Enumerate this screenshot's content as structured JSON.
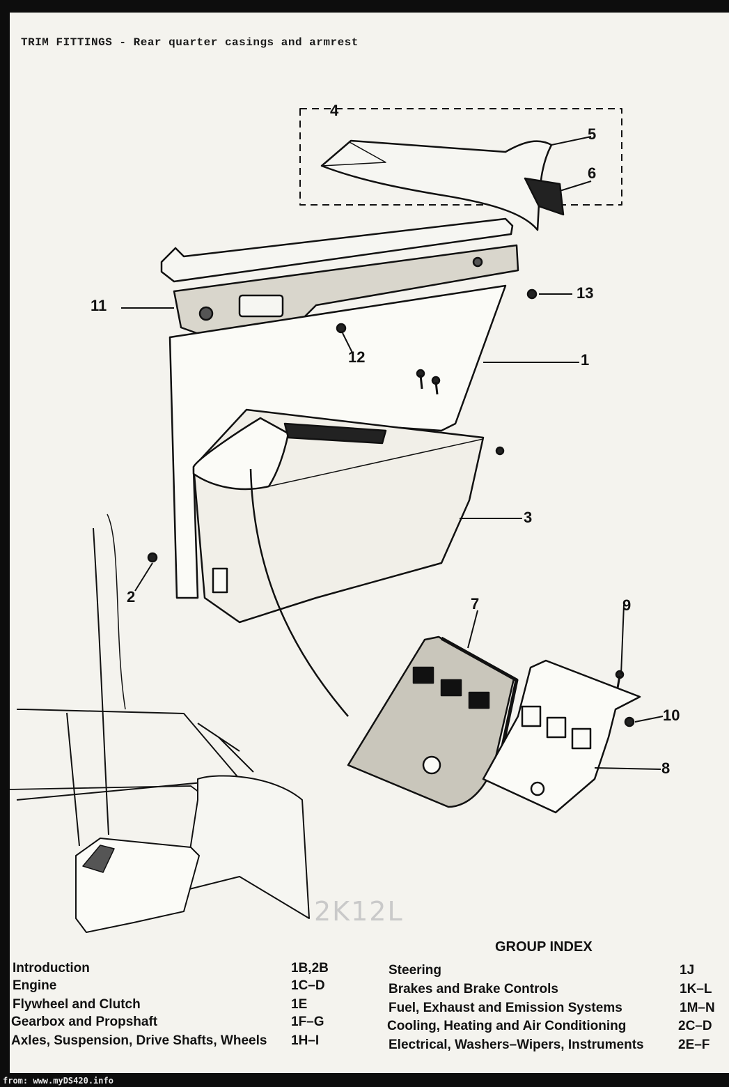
{
  "header": {
    "title": "TRIM FITTINGS - Rear quarter casings and armrest"
  },
  "callouts": [
    "4",
    "5",
    "6",
    "11",
    "13",
    "12",
    "1",
    "3",
    "2",
    "7",
    "9",
    "10",
    "8"
  ],
  "handwritten_ref": "2K12L",
  "group_index": {
    "title": "GROUP INDEX",
    "left": [
      {
        "label": "Introduction",
        "code": "1B,2B"
      },
      {
        "label": "Engine",
        "code": "1C–D"
      },
      {
        "label": "Flywheel and Clutch",
        "code": "1E"
      },
      {
        "label": "Gearbox and Propshaft",
        "code": "1F–G"
      },
      {
        "label": "Axles, Suspension, Drive Shafts, Wheels",
        "code": "1H–I"
      }
    ],
    "right": [
      {
        "label": "Steering",
        "code": "1J"
      },
      {
        "label": "Brakes and Brake Controls",
        "code": "1K–L"
      },
      {
        "label": "Fuel, Exhaust and Emission Systems",
        "code": "1M–N"
      },
      {
        "label": "Cooling, Heating and Air Conditioning",
        "code": "2C–D"
      },
      {
        "label": "Electrical, Washers–Wipers, Instruments",
        "code": "2E–F"
      }
    ]
  },
  "footer": {
    "source": "from: www.myDS420.info"
  }
}
